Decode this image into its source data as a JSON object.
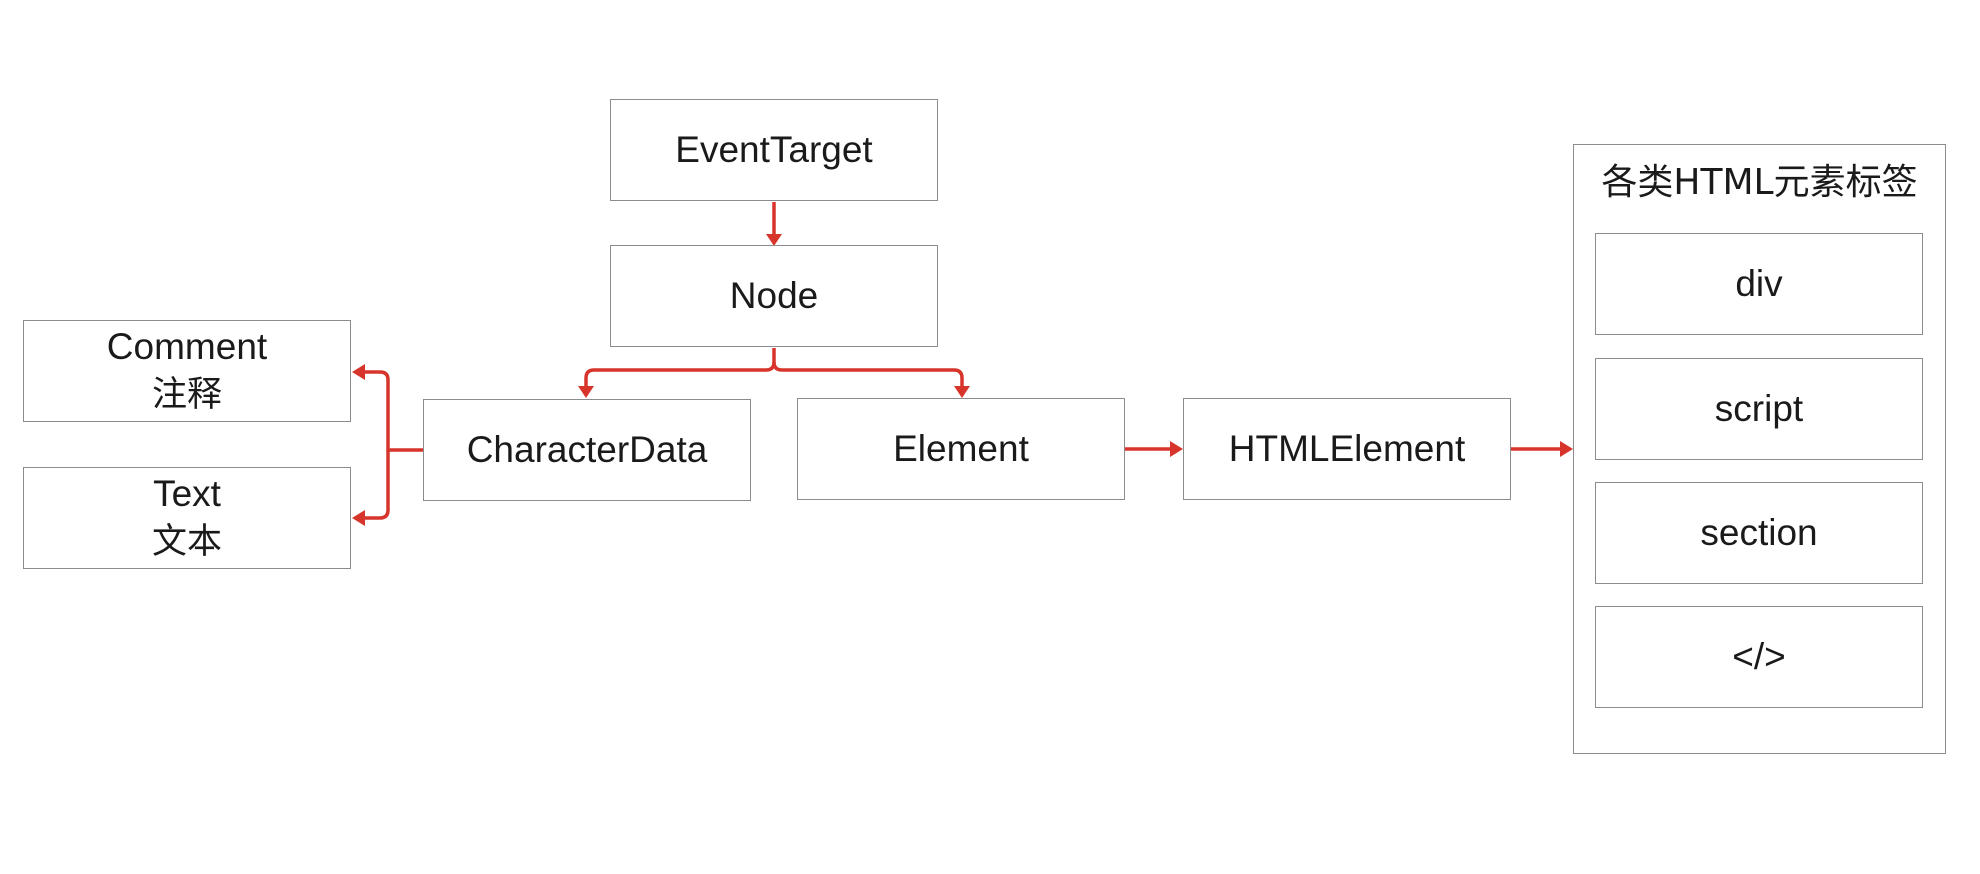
{
  "colors": {
    "edge": "#d7352b",
    "border": "#8c8c8c",
    "text": "#1a1a1a"
  },
  "nodes": {
    "event_target": "EventTarget",
    "node": "Node",
    "character_data": "CharacterData",
    "element": "Element",
    "html_element": "HTMLElement",
    "comment": {
      "label": "Comment",
      "sublabel": "注释"
    },
    "text": {
      "label": "Text",
      "sublabel": "文本"
    }
  },
  "group": {
    "title": "各类HTML元素标签",
    "items": [
      "div",
      "script",
      "section",
      "</>"
    ]
  }
}
